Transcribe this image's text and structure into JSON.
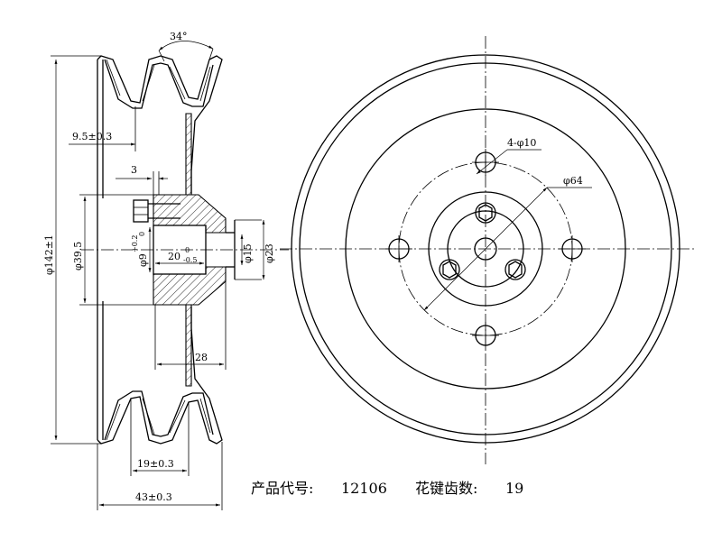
{
  "side_view": {
    "angle_label": "34°",
    "dim_groove_offset": "9.5±0.3",
    "dim_bolt_offset": "3",
    "dim_outer_dia": "φ142±1",
    "dim_hub_dia": "φ39.5",
    "dim_bore_dia": "φ9",
    "dim_bore_tol_upper": "+0.2",
    "dim_bore_tol_lower": "0",
    "dim_bore_len": "20",
    "dim_bore_len_tol_upper": "0",
    "dim_bore_len_tol_lower": "-0.5",
    "dim_boss_dia_small": "φ15",
    "dim_boss_dia_large": "φ23",
    "dim_hub_len": "28",
    "dim_groove_pitch": "19±0.3",
    "dim_total_width": "43±0.3"
  },
  "front_view": {
    "dim_holes": "4-φ10",
    "dim_pcd": "φ64"
  },
  "caption": {
    "product_code_label": "产品代号:",
    "product_code_value": "12106",
    "spline_label": "花键齿数:",
    "spline_value": "19"
  }
}
